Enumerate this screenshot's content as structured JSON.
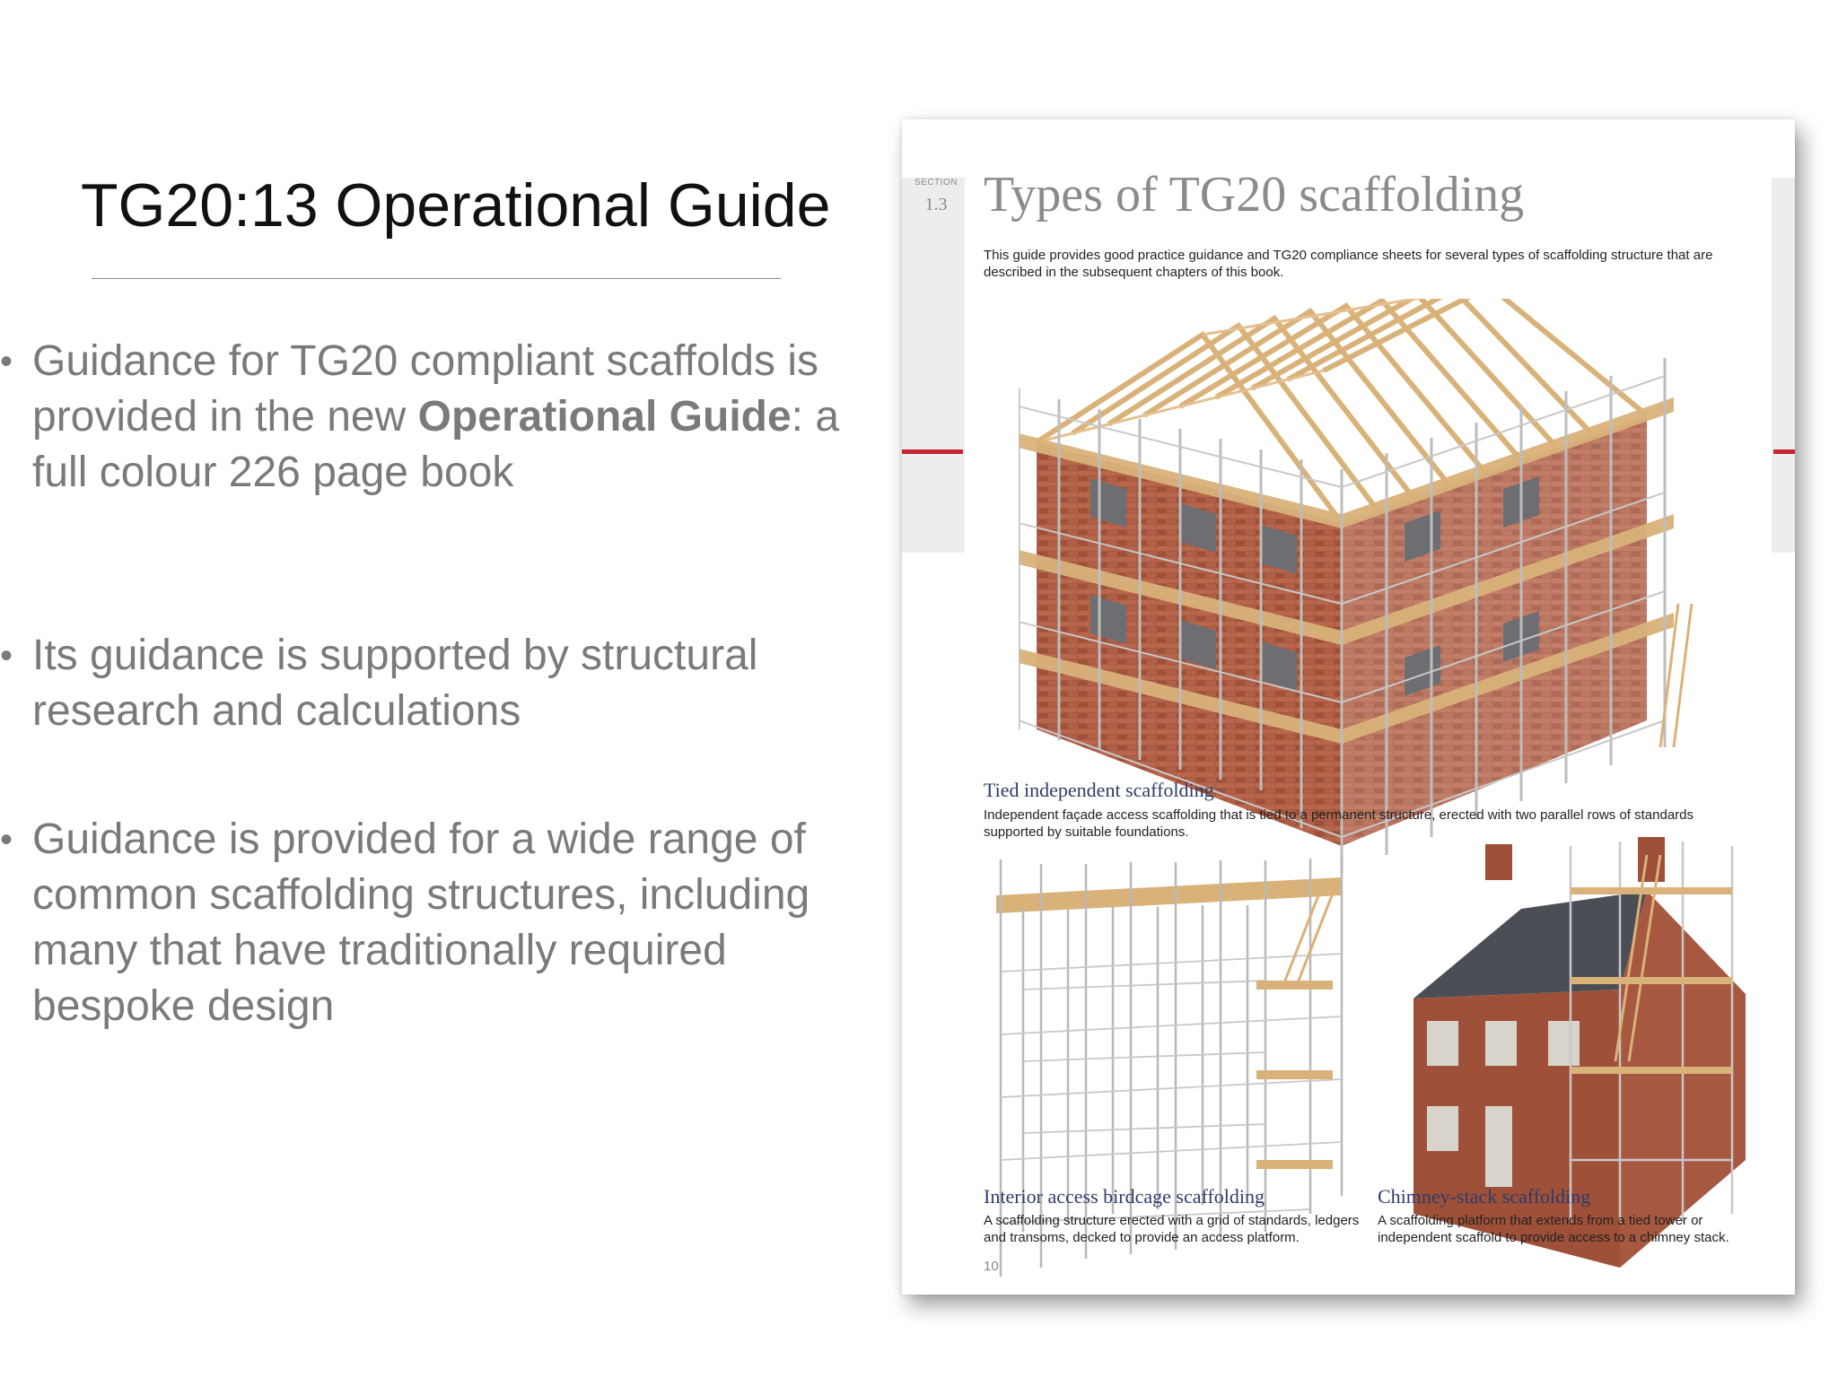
{
  "slide": {
    "title": "TG20:13 Operational Guide",
    "bullets": [
      {
        "pre": "Guidance for TG20 compliant scaffolds is provided in the new ",
        "bold": "Operational Guide",
        "post": ": a full colour 226 page book"
      },
      {
        "pre": "Its guidance is supported by structural research and calculations",
        "bold": "",
        "post": ""
      },
      {
        "pre": "Guidance is provided for a wide range of common scaffolding structures, including many that have traditionally required bespoke design",
        "bold": "",
        "post": ""
      }
    ]
  },
  "book_page": {
    "section_label": "SECTION",
    "section_number": "1.3",
    "heading": "Types of TG20 scaffolding",
    "intro": "This guide provides good practice guidance and TG20 compliance sheets for several types of scaffolding structure that are described in the subsequent chapters of this book.",
    "figures": [
      {
        "title": "Tied independent scaffolding",
        "text": "Independent façade access scaffolding that is tied to a permanent structure, erected with two parallel rows of standards supported by suitable foundations."
      },
      {
        "title": "Interior access birdcage scaffolding",
        "text": "A scaffolding structure erected with a grid of standards, ledgers and transoms, decked to provide an access platform."
      },
      {
        "title": "Chimney-stack scaffolding",
        "text": "A scaffolding platform that extends from a tied tower or independent scaffold to provide access to a chimney stack."
      }
    ],
    "page_number": "10"
  }
}
